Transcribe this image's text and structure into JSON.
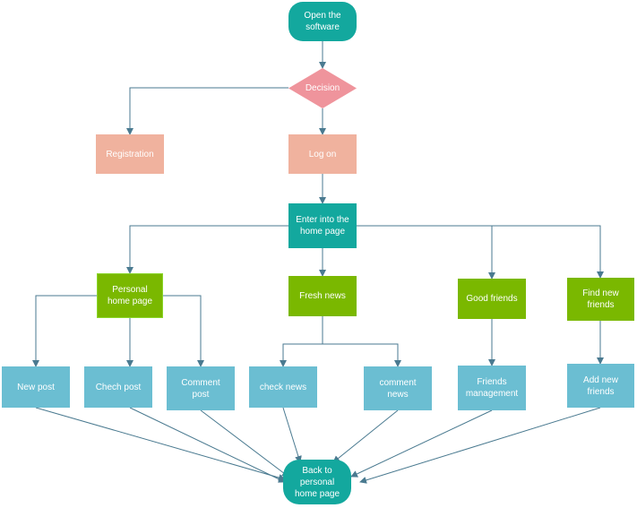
{
  "colors": {
    "teal": "#13a89e",
    "pink": "#ef949c",
    "salmon": "#f0b29e",
    "green": "#7ab800",
    "blue": "#6bbed2",
    "edge": "#4a7a90"
  },
  "nodes": {
    "open_software": "Open the\nsoftware",
    "decision": "Decision",
    "registration": "Registration",
    "log_on": "Log on",
    "enter_home": "Enter into the\nhome page",
    "personal_home": "Personal\nhome page",
    "fresh_news": "Fresh news",
    "good_friends": "Good friends",
    "find_friends": "Find new\nfriends",
    "new_post": "New post",
    "check_post": "Chech post",
    "comment_post": "Comment\npost",
    "check_news": "check news",
    "comment_news": "comment\nnews",
    "friends_mgmt": "Friends\nmanagement",
    "add_friends": "Add new\nfriends",
    "back_home": "Back to\npersonal\nhome page"
  }
}
